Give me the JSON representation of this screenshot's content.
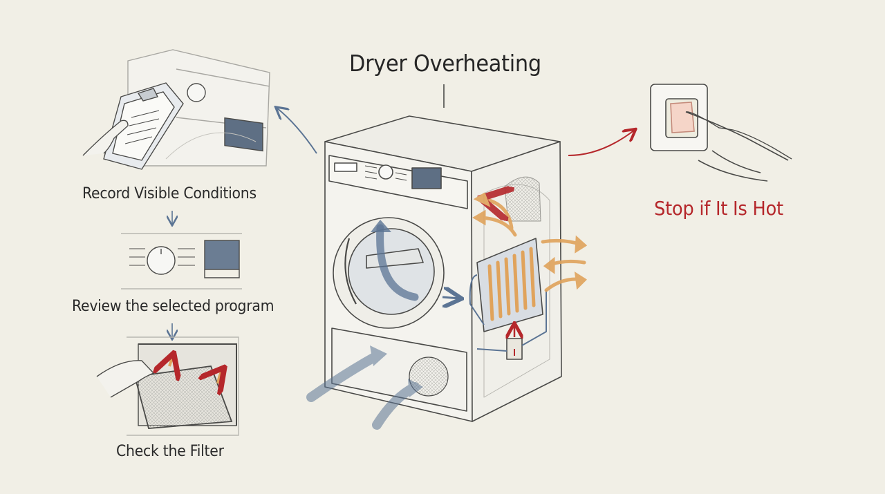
{
  "title": "Dryer Overheating",
  "steps": [
    {
      "label": "Record Visible Conditions",
      "icon": "clipboard-icon"
    },
    {
      "label": "Review the selected program",
      "icon": "control-panel-icon"
    },
    {
      "label": "Check the Filter",
      "icon": "lint-filter-icon"
    }
  ],
  "warning": {
    "label": "Stop if It Is Hot",
    "icon": "power-switch-icon",
    "color": "#b5272b"
  },
  "colors": {
    "background": "#f1efe6",
    "ink": "#4a4a48",
    "airflow_blue": "#5b7494",
    "heat_orange": "#e0a35c",
    "alert_red": "#b5272b"
  }
}
